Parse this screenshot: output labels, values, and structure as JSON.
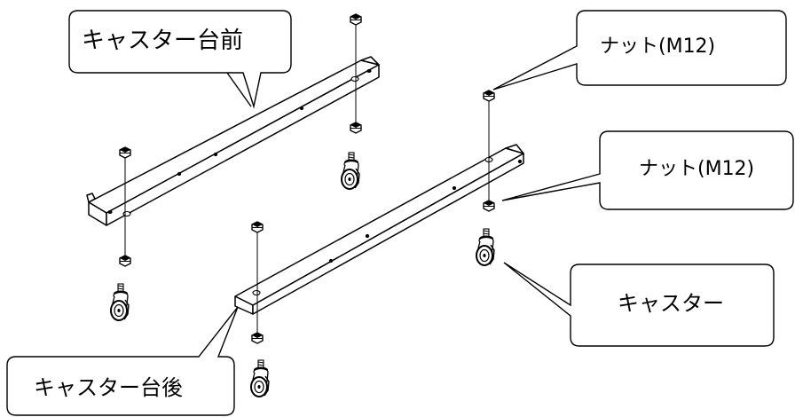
{
  "labels": {
    "caster_base_front": "キャスター台前",
    "nut_top": "ナット(M12)",
    "nut_mid": "ナット(M12)",
    "caster": "キャスター",
    "caster_base_rear": "キャスター台後"
  }
}
